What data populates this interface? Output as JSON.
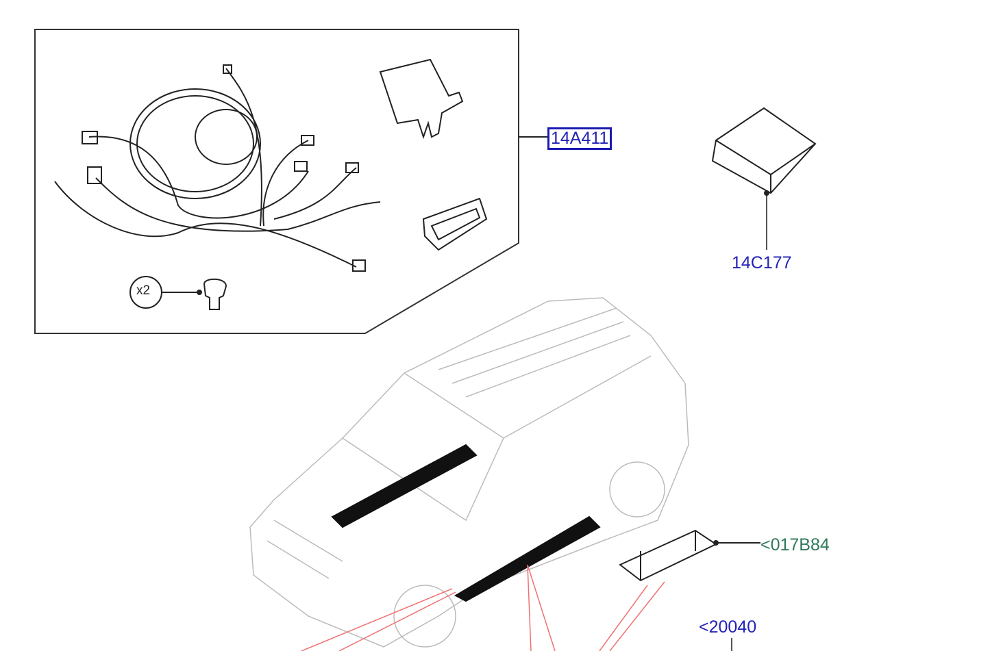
{
  "diagram": {
    "callouts": [
      {
        "id": "14A411",
        "label": "14A411",
        "selected": true,
        "color": "#2222b8"
      },
      {
        "id": "14C177",
        "label": "14C177",
        "color": "#2222b8"
      },
      {
        "id": "017B84",
        "label": "<017B84",
        "color": "#2f7a5a"
      },
      {
        "id": "20040",
        "label": "<20040",
        "color": "#2222b8"
      }
    ],
    "quantity_badge": "x2"
  }
}
